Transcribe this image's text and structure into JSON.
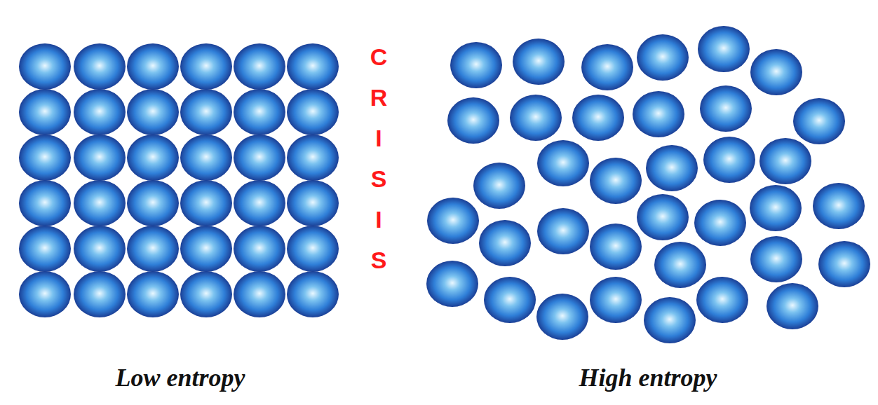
{
  "diagram": {
    "labels": [
      "Low entropy",
      "CRISIS",
      "High entropy"
    ]
  }
}
